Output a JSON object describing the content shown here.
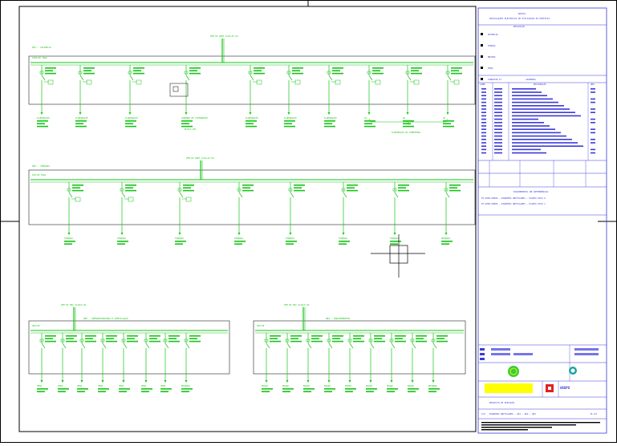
{
  "sections": {
    "s1": {
      "title": "QE1 — VALÊNCIA",
      "feed": "VEM DO QGBT 3x25+16 mm²",
      "breaker": "100A/4P 30mA",
      "ctrl": "BLOCO CNT",
      "lower_label": "ILUMINAÇÃO DA COBERTURA",
      "circuits": [
        "ILUMINAÇÃO",
        "ILUMINAÇÃO",
        "ILUMINAÇÃO",
        "COMANDO DE ILUMINAÇÃO",
        "ILUMINAÇÃO",
        "ILUMINAÇÃO",
        "ILUMINAÇÃO",
        "Q1",
        "Q2",
        "Q3"
      ]
    },
    "s2": {
      "title": "QE2 — TOMADAS",
      "feed": "VEM DO QGBT 3x16+10 mm²",
      "breaker": "63A/4P 30mA",
      "circuits": [
        "TOMADAS",
        "TOMADAS",
        "TOMADAS",
        "TOMADAS",
        "TOMADAS",
        "TOMADAS",
        "TOMADAS",
        "RESERVA"
      ]
    },
    "s3": {
      "title": "QE3 — INFRAESTRUTURA E VENTILAÇÃO",
      "feed": "VEM DO QE2 3x10+6 mm²",
      "breaker": "40A/4P",
      "circuits": [
        "VENT.",
        "VENT.",
        "VENT.",
        "VENT.",
        "VENT.",
        "VENT.",
        "VENT.",
        "RESERVA"
      ]
    },
    "s4": {
      "title": "QE4 — EQUIPAMENTOS",
      "feed": "VEM DO QE2 3x10+6 mm²",
      "breaker": "40A/4P",
      "circuits": [
        "EQUIP.",
        "EQUIP.",
        "EQUIP.",
        "EQUIP.",
        "EQUIP.",
        "EQUIP.",
        "EQUIP.",
        "EQUIP.",
        "RESERVA"
      ]
    }
  },
  "title_block": {
    "header": "NOTAS",
    "company_line": "INSTALAÇÕES ELÉCTRICAS DE UTILIZAÇÃO DO EDIFÍCIO",
    "subheader": "DESCRIÇÃO",
    "notes": [
      "POTÊNCIA",
      "TENSÃO",
      "NEUTRO",
      "FREQ.",
      "CONDUTOR TC"
    ],
    "legend_title": "LEGENDA",
    "legend_col1": "SÍMB.",
    "legend_col2": "DESIGNAÇÃO",
    "legend_col3": "OBS.",
    "reference_title": "DOCUMENTOS DE REFERÊNCIA",
    "references": [
      "TE-0000-00000 — ESQUEMAS UNIFILARES — PLANTA PISO 0",
      "TE-0000-00000 — ESQUEMAS UNIFILARES — PLANTA PISO 1"
    ],
    "project": "PROJECTO DE EXECUÇÃO",
    "drawing_title": "ESQUEMAS UNIFILARES — QE1 — QE2 — QE3",
    "drawing_no": "EL-04",
    "scale": "S/E",
    "company": "GRUPO"
  },
  "colors": {
    "diagram": "#16c516",
    "frame": "#000000",
    "title_block": "#3a3adb",
    "accent_yellow": "#ffff00",
    "accent_red": "#e02020",
    "accent_teal": "#1aa3a3"
  }
}
